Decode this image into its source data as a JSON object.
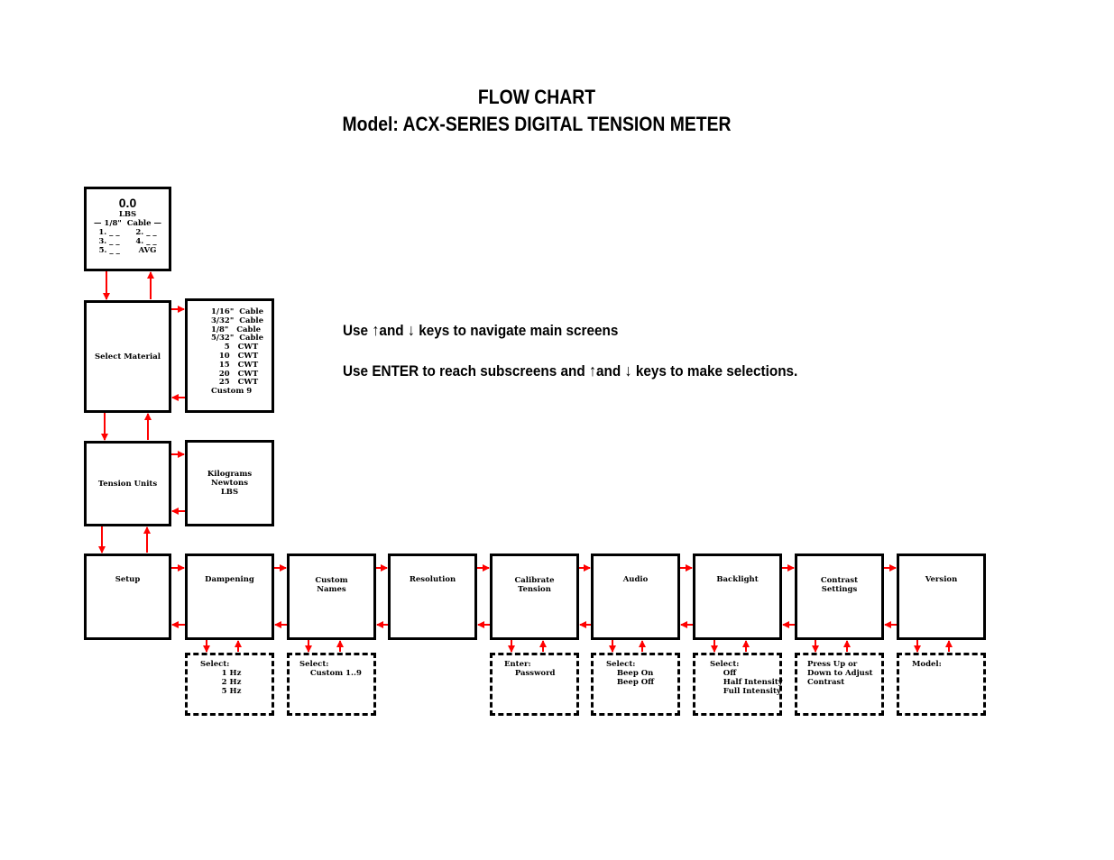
{
  "title": {
    "line1": "FLOW CHART",
    "line2": "Model:  ACX-SERIES DIGITAL TENSION METER"
  },
  "instructions": {
    "nav_prefix": "Use ",
    "nav_mid": "and ",
    "nav_suffix": " keys to navigate main screens",
    "enter_prefix": "Use ENTER to reach subscreens and ",
    "enter_mid": "and ",
    "enter_suffix": " keys to make selections.",
    "up_glyph": "↑",
    "down_glyph": "↓"
  },
  "home": {
    "value": "0.0",
    "unit": "LBS",
    "cable": "— 1/8\"  Cable —",
    "r1": "1. _ _      2. _ _",
    "r2": "3. _ _      4. _ _",
    "r3": "5. _ _       AVG"
  },
  "main": {
    "select_material": "Select Material",
    "tension_units": "Tension Units",
    "setup": "Setup",
    "dampening": "Dampening",
    "custom_names": "Custom\nNames",
    "resolution": "Resolution",
    "calibrate_tension": "Calibrate\nTension",
    "audio": "Audio",
    "backlight": "Backlight",
    "contrast_settings": "Contrast\nSettings",
    "version": "Version"
  },
  "materials": "1/16\"  Cable\n3/32\"  Cable\n1/8\"   Cable\n5/32\"  Cable\n     5   CWT\n   10   CWT\n   15   CWT\n   20   CWT\n   25   CWT\nCustom 9",
  "units": "Kilograms\nNewtons\nLBS",
  "subs": {
    "dampening": "Select:\n        1 Hz\n        2 Hz\n        5 Hz",
    "custom_names": "Select:\n    Custom 1..9",
    "calibrate": "Enter:\n    Password",
    "audio": "Select:\n    Beep On\n    Beep Off",
    "backlight": "Select:\n     Off\n     Half Intensity\n     Full Intensity",
    "contrast": "Press Up or\nDown to Adjust\nContrast",
    "version": "Model:"
  },
  "colors": {
    "arrow": "#ff0000",
    "border": "#000000"
  }
}
